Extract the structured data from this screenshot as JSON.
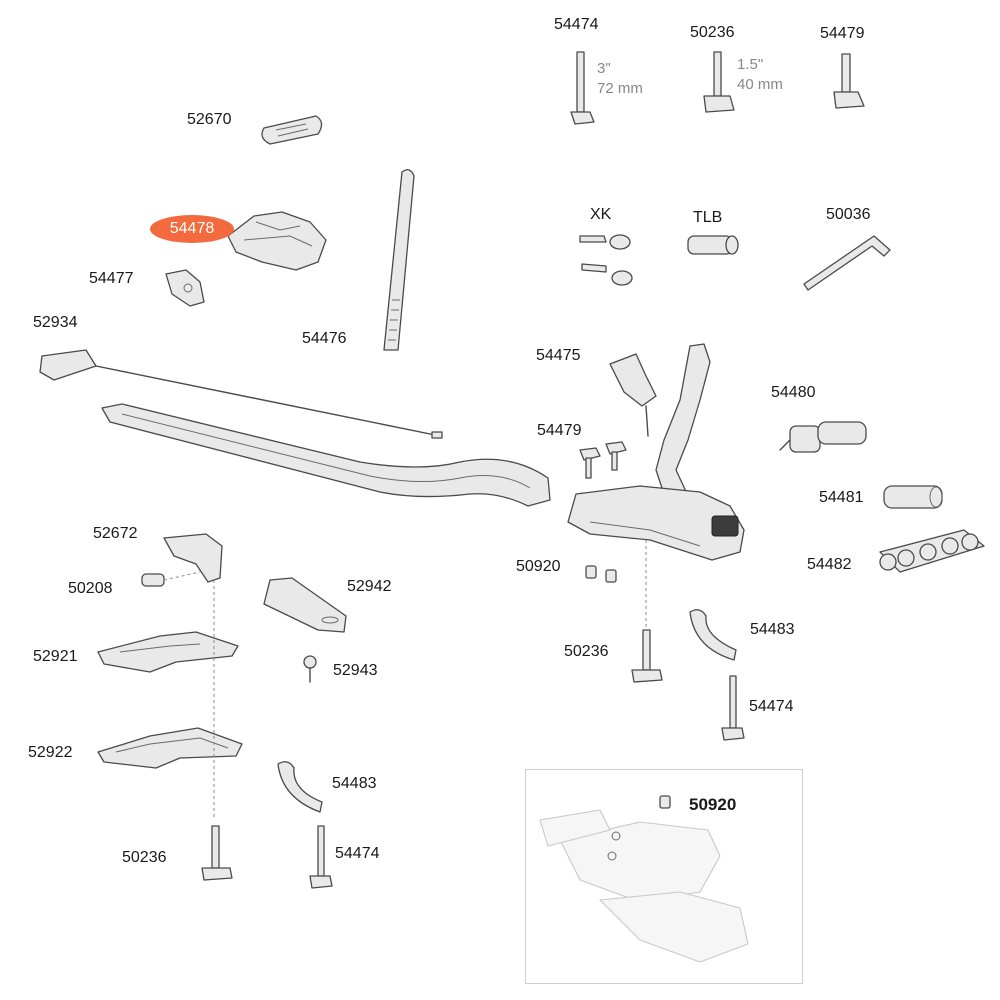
{
  "highlight_color": "#f26a3d",
  "labels": {
    "p54474_top": "54474",
    "p50236_top": "50236",
    "p54479_top": "54479",
    "dim_3in": "3\"",
    "dim_72mm": "72 mm",
    "dim_15in": "1.5\"",
    "dim_40mm": "40 mm",
    "p52670": "52670",
    "p54478": "54478",
    "p54477": "54477",
    "p52934": "52934",
    "p54476": "54476",
    "xk": "XK",
    "tlb": "TLB",
    "p50036": "50036",
    "p54475": "54475",
    "p54479_mid": "54479",
    "p54480": "54480",
    "p54481": "54481",
    "p54482": "54482",
    "p50920_left": "50920",
    "p52672": "52672",
    "p50208": "50208",
    "p52942": "52942",
    "p52921": "52921",
    "p52943": "52943",
    "p50236_right": "50236",
    "p54483_right": "54483",
    "p54474_right": "54474",
    "p52922": "52922",
    "p54483_left": "54483",
    "p50236_bottom": "50236",
    "p54474_bottom": "54474",
    "p50920_inset": "50920"
  }
}
